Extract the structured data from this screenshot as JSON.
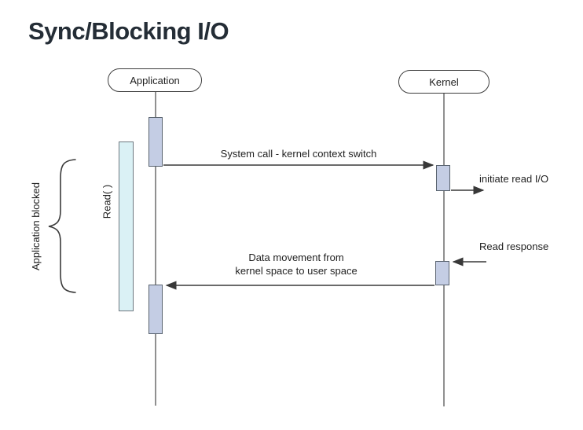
{
  "title": "Sync/Blocking I/O",
  "actors": [
    {
      "id": "application",
      "label": "Application"
    },
    {
      "id": "kernel",
      "label": "Kernel"
    }
  ],
  "messages": [
    {
      "id": "system-call",
      "label": "System call - kernel context switch",
      "from": "application",
      "to": "kernel",
      "direction": "right"
    },
    {
      "id": "initiate-read",
      "label": "initiate read I/O",
      "from": "kernel",
      "to": "outside",
      "direction": "right"
    },
    {
      "id": "read-response",
      "label": "Read response",
      "from": "outside",
      "to": "kernel",
      "direction": "left"
    },
    {
      "id": "data-movement",
      "label_line1": "Data movement from",
      "label_line2": "kernel space to user space",
      "from": "kernel",
      "to": "application",
      "direction": "left"
    }
  ],
  "annotations": {
    "blocked_label": "Application blocked",
    "read_call_label": "Read( )"
  },
  "colors": {
    "activation_fill": "#c4cde4",
    "activation_border": "#59636f",
    "read_box_fill": "#daf1f5",
    "read_box_border": "#6e7880",
    "lifeline": "#6b6b6b",
    "arrow": "#383838",
    "title": "#242d36"
  }
}
